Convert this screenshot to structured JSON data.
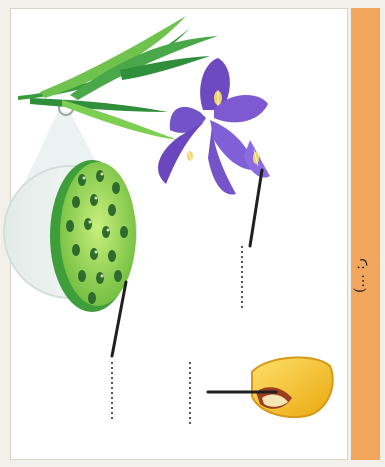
{
  "side_label": "(... :ر",
  "labels": {
    "leaf_section": "",
    "flower": "",
    "seed_left": "",
    "seed_right": ""
  },
  "icons": [
    "leaf-cross-section",
    "iris-flower",
    "seed-cross-section"
  ],
  "colors": {
    "accent_band": "#f2a55d",
    "leaf_green": "#3fa34d",
    "flower_purple": "#7a56c4",
    "seed_yellow": "#f4c21a"
  }
}
